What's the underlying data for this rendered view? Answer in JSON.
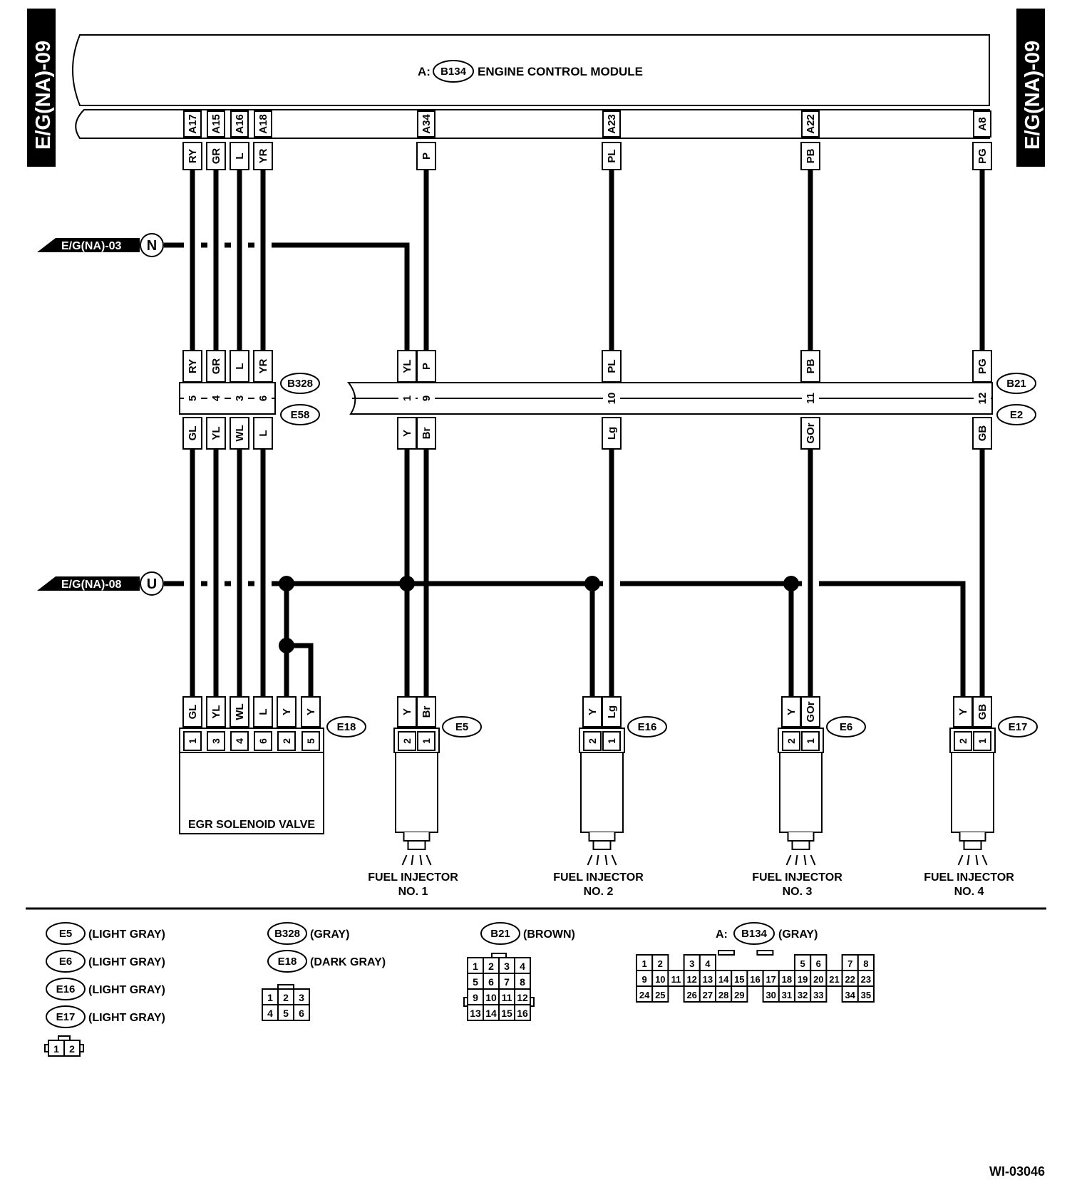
{
  "side_tab_label": "E/G(NA)-09",
  "ecm": {
    "prefix": "A:",
    "connector": "B134",
    "title": "ENGINE CONTROL MODULE"
  },
  "ecm_pins": [
    {
      "pin": "A17",
      "color": "RY"
    },
    {
      "pin": "A15",
      "color": "GR"
    },
    {
      "pin": "A16",
      "color": "L"
    },
    {
      "pin": "A18",
      "color": "YR"
    },
    {
      "pin": "A34",
      "color": "P"
    },
    {
      "pin": "A23",
      "color": "PL"
    },
    {
      "pin": "A22",
      "color": "PB"
    },
    {
      "pin": "A8",
      "color": "PG"
    }
  ],
  "refs": {
    "n": {
      "page": "E/G(NA)-03",
      "letter": "N"
    },
    "u": {
      "page": "E/G(NA)-08",
      "letter": "U"
    }
  },
  "junction_left": {
    "top_connector": "B328",
    "bottom_connector": "E58",
    "pins": [
      {
        "pin": "5",
        "top": "RY",
        "bottom": "GL"
      },
      {
        "pin": "4",
        "top": "GR",
        "bottom": "YL"
      },
      {
        "pin": "3",
        "top": "L",
        "bottom": "WL"
      },
      {
        "pin": "6",
        "top": "YR",
        "bottom": "L"
      }
    ]
  },
  "junction_right": {
    "top_connector": "B21",
    "bottom_connector": "E2",
    "pins": [
      {
        "pin": "1",
        "top": "YL",
        "bottom": "Y"
      },
      {
        "pin": "9",
        "top": "P",
        "bottom": "Br"
      },
      {
        "pin": "10",
        "top": "PL",
        "bottom": "Lg"
      },
      {
        "pin": "11",
        "top": "PB",
        "bottom": "GOr"
      },
      {
        "pin": "12",
        "top": "PG",
        "bottom": "GB"
      }
    ]
  },
  "egr": {
    "connector": "E18",
    "label": "EGR SOLENOID VALVE",
    "pins": [
      {
        "pin": "1",
        "color": "GL"
      },
      {
        "pin": "3",
        "color": "YL"
      },
      {
        "pin": "4",
        "color": "WL"
      },
      {
        "pin": "6",
        "color": "L"
      },
      {
        "pin": "2",
        "color": "Y"
      },
      {
        "pin": "5",
        "color": "Y"
      }
    ]
  },
  "injectors": [
    {
      "connector": "E5",
      "line1": "FUEL INJECTOR",
      "line2": "NO. 1",
      "pins": [
        {
          "pin": "2",
          "color": "Y"
        },
        {
          "pin": "1",
          "color": "Br"
        }
      ]
    },
    {
      "connector": "E16",
      "line1": "FUEL INJECTOR",
      "line2": "NO. 2",
      "pins": [
        {
          "pin": "2",
          "color": "Y"
        },
        {
          "pin": "1",
          "color": "Lg"
        }
      ]
    },
    {
      "connector": "E6",
      "line1": "FUEL INJECTOR",
      "line2": "NO. 3",
      "pins": [
        {
          "pin": "2",
          "color": "Y"
        },
        {
          "pin": "1",
          "color": "GOr"
        }
      ]
    },
    {
      "connector": "E17",
      "line1": "FUEL INJECTOR",
      "line2": "NO. 4",
      "pins": [
        {
          "pin": "2",
          "color": "Y"
        },
        {
          "pin": "1",
          "color": "GB"
        }
      ]
    }
  ],
  "legend": {
    "injector_connectors": [
      {
        "name": "E5",
        "desc": "(LIGHT GRAY)"
      },
      {
        "name": "E6",
        "desc": "(LIGHT GRAY)"
      },
      {
        "name": "E16",
        "desc": "(LIGHT GRAY)"
      },
      {
        "name": "E17",
        "desc": "(LIGHT GRAY)"
      }
    ],
    "injector_pinout": [
      "1",
      "2"
    ],
    "mid_connectors": [
      {
        "name": "B328",
        "desc": "(GRAY)"
      },
      {
        "name": "E18",
        "desc": "(DARK GRAY)"
      }
    ],
    "mid_pinout": [
      [
        "1",
        "2",
        "3"
      ],
      [
        "4",
        "5",
        "6"
      ]
    ],
    "b21": {
      "name": "B21",
      "desc": "(BROWN)"
    },
    "b21_pinout": [
      [
        "1",
        "2",
        "3",
        "4"
      ],
      [
        "5",
        "6",
        "7",
        "8"
      ],
      [
        "9",
        "10",
        "11",
        "12"
      ],
      [
        "13",
        "14",
        "15",
        "16"
      ]
    ],
    "ecm": {
      "prefix": "A:",
      "name": "B134",
      "desc": "(GRAY)"
    },
    "ecm_pinout": {
      "row1": [
        "1",
        "2",
        "",
        "3",
        "4",
        "",
        "",
        "",
        "",
        "",
        "",
        "5",
        "6",
        "",
        "7",
        "8"
      ],
      "row2": [
        "9",
        "10",
        "11",
        "12",
        "13",
        "14",
        "15",
        "16",
        "17",
        "18",
        "19",
        "20",
        "21",
        "22",
        "23"
      ],
      "row3": [
        "24",
        "25",
        "",
        "26",
        "27",
        "28",
        "29",
        "",
        "30",
        "31",
        "32",
        "33",
        "",
        "34",
        "35"
      ]
    }
  },
  "figure_id": "WI-03046"
}
